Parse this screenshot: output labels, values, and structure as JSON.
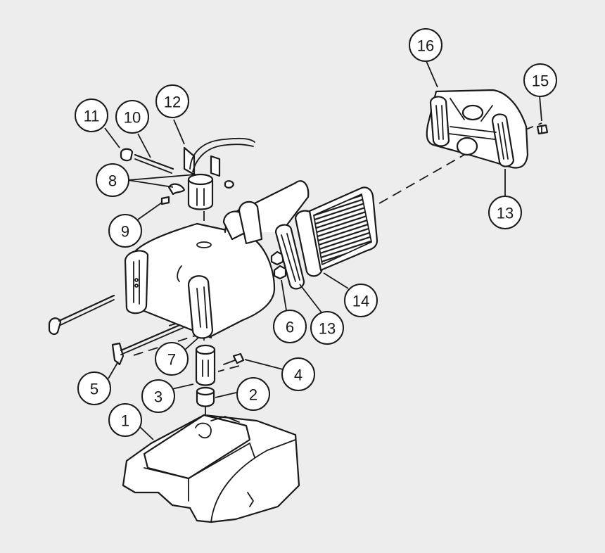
{
  "diagram": {
    "background": "#ededed",
    "line_color": "#1a1a1a",
    "callouts": [
      {
        "label": "1"
      },
      {
        "label": "2"
      },
      {
        "label": "3"
      },
      {
        "label": "4"
      },
      {
        "label": "5"
      },
      {
        "label": "6"
      },
      {
        "label": "7"
      },
      {
        "label": "8"
      },
      {
        "label": "9"
      },
      {
        "label": "10"
      },
      {
        "label": "11"
      },
      {
        "label": "12"
      },
      {
        "label": "13"
      },
      {
        "label": "13"
      },
      {
        "label": "14"
      },
      {
        "label": "15"
      },
      {
        "label": "16"
      }
    ]
  }
}
